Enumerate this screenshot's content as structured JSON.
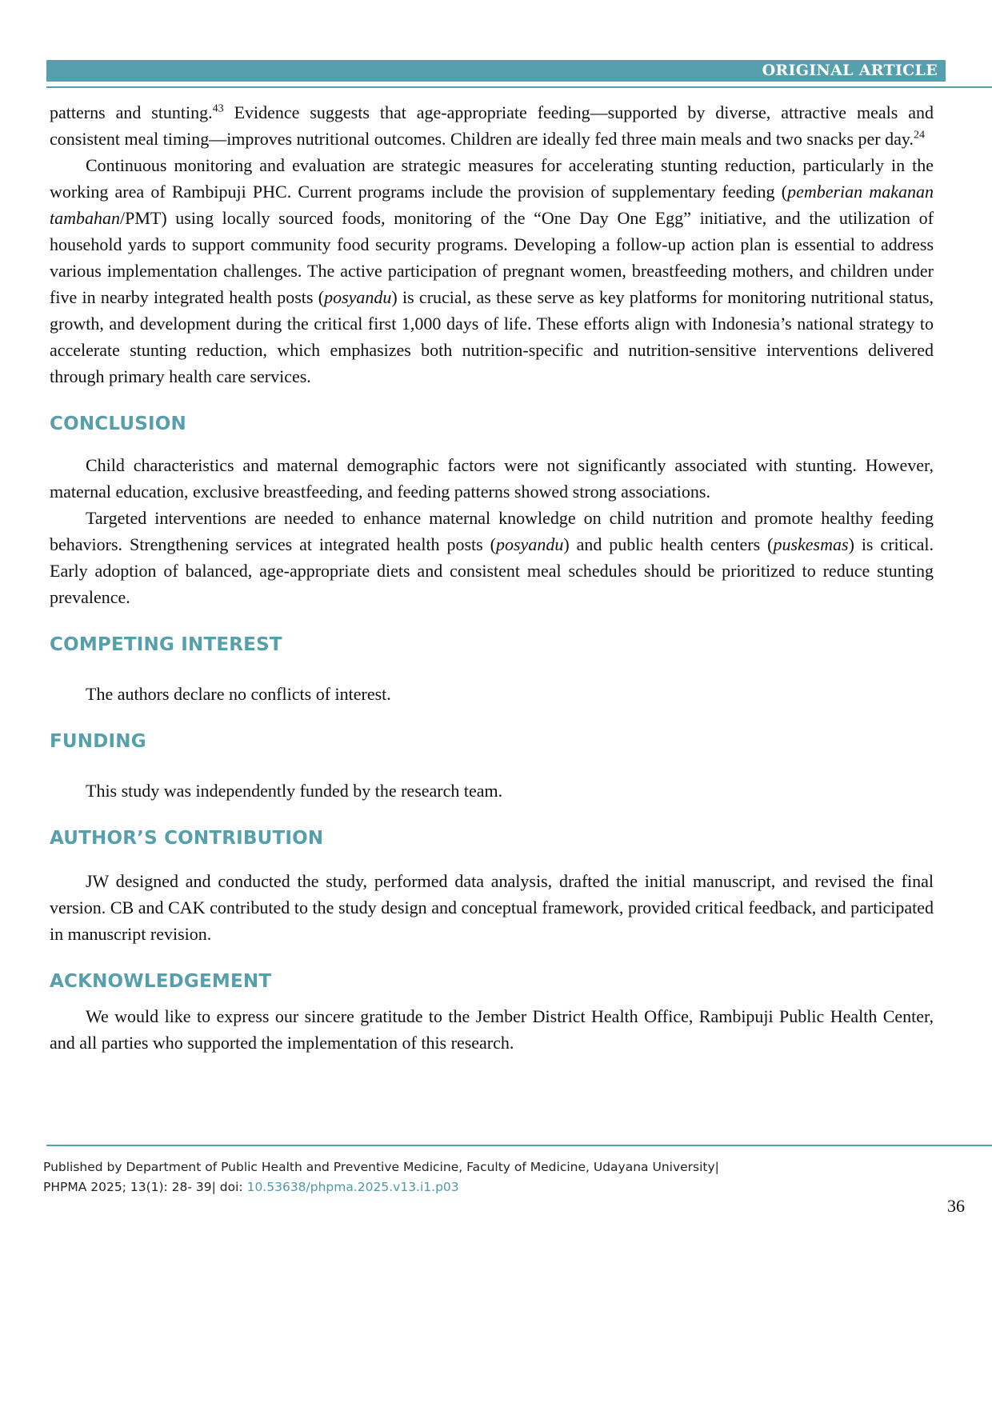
{
  "header": {
    "label": "ORIGINAL ARTICLE"
  },
  "body": {
    "p1": {
      "a": "patterns and stunting.",
      "sup1": "43",
      "b": " Evidence suggests that age-appropriate feeding—supported by diverse, attractive meals and consistent meal timing—improves nutritional outcomes. Children are ideally fed three main meals and two snacks per day.",
      "sup2": "24"
    },
    "p2": {
      "a": "Continuous monitoring and evaluation are strategic measures for accelerating stunting reduction, particularly in the working area of Rambipuji PHC. Current programs include the provision of supplementary feeding (",
      "i1": "pemberian makanan tambahan",
      "b": "/PMT) using locally sourced foods, monitoring of the “One Day One Egg” initiative, and the utilization of household yards to support community food security programs. Developing a follow-up action plan is essential to address various implementation challenges. The active participation of pregnant women, breastfeeding mothers, and children under five in nearby integrated health posts (",
      "i2": "posyandu",
      "c": ") is crucial, as these serve as key platforms for monitoring nutritional status, growth, and development during the critical first 1,000 days of life. These efforts align with Indonesia’s national strategy to accelerate stunting reduction, which emphasizes both nutrition-specific and nutrition-sensitive interventions delivered through primary health care services."
    }
  },
  "sections": {
    "conclusion": {
      "heading": "CONCLUSION",
      "p1": "Child characteristics and maternal demographic factors were not significantly associated with stunting. However, maternal education, exclusive breastfeeding, and feeding patterns showed strong associations.",
      "p2": {
        "a": "Targeted interventions are needed to enhance maternal knowledge on child nutrition and promote healthy feeding behaviors. Strengthening services at integrated health posts (",
        "i1": "posyandu",
        "b": ") and public health centers (",
        "i2": "puskesmas",
        "c": ") is critical. Early adoption of balanced, age-appropriate diets and consistent meal schedules should be prioritized to reduce stunting prevalence."
      }
    },
    "competing": {
      "heading": "COMPETING INTEREST",
      "p1": "The authors declare no conflicts of interest."
    },
    "funding": {
      "heading": "FUNDING",
      "p1": "This study was independently funded by the research team."
    },
    "contribution": {
      "heading": "AUTHOR’S CONTRIBUTION",
      "p1": "JW designed and conducted the study, performed data analysis, drafted the initial manuscript, and revised the final version. CB and CAK contributed to the study design and conceptual framework, provided critical feedback, and participated in manuscript revision."
    },
    "acknowledgement": {
      "heading": "ACKNOWLEDGEMENT",
      "p1": "We would like to express our sincere gratitude to the Jember District Health Office, Rambipuji Public Health Center, and all parties who supported the implementation of this research."
    }
  },
  "footer": {
    "line1": "Published by Department of Public Health and Preventive Medicine, Faculty of Medicine, Udayana University|",
    "line2_prefix": "PHPMA 2025; 13(1): 28- 39| doi: ",
    "doi": "10.53638/phpma.2025.v13.i1.p03"
  },
  "page_number": "36"
}
